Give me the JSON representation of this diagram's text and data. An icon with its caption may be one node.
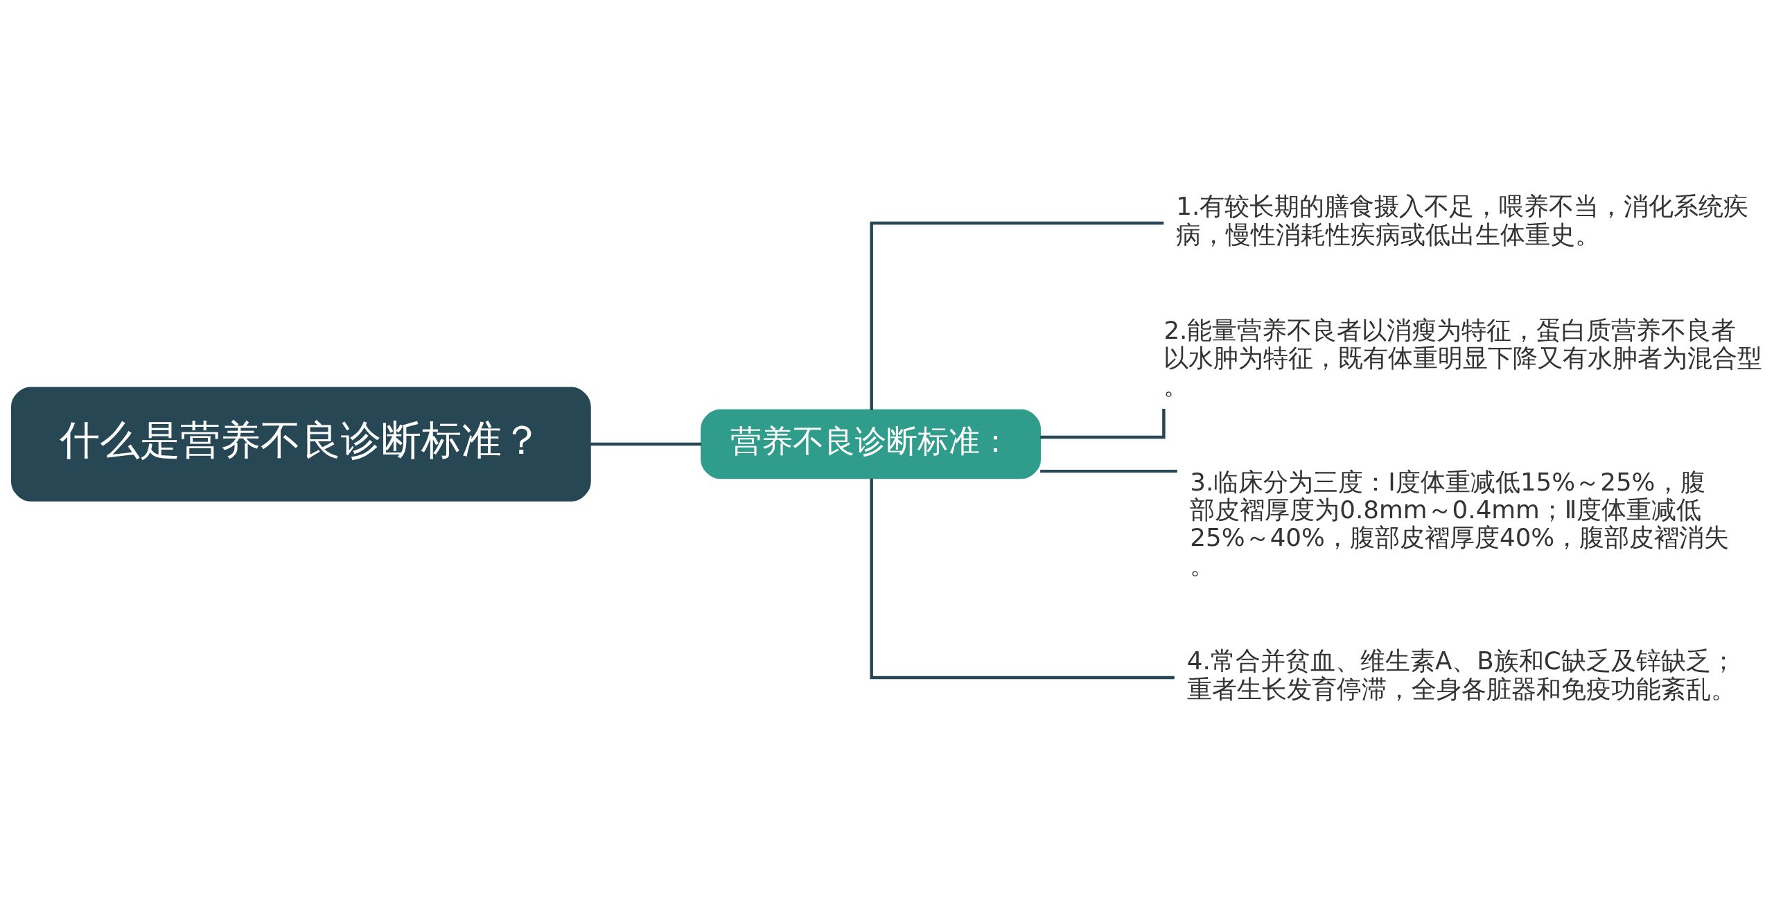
{
  "diagram": {
    "nodes": [
      {
        "text": [
          "什么是营养不良诊断标准？"
        ]
      },
      {
        "text": [
          "营养不良诊断标准："
        ]
      },
      {
        "text": [
          "1.有较长期的膳食摄入不足，喂养不当，消化系统疾病，慢性消耗性疾病或低出生体重史。"
        ]
      },
      {
        "text": [
          "2.能量营养不良者以消瘦为特征，蛋白质营养不良者以水肿为特征，既有体重明显下降又有水肿者为混合型。"
        ]
      },
      {
        "text": [
          "3.临床分为三度：Ⅰ度体重减低15%～25%，腹部皮褶厚度为0.8mm～0.4mm；Ⅱ度体重减低25%～40%，腹部皮褶厚度40%，腹部皮褶消失。"
        ]
      },
      {
        "text": [
          "4.常合并贫血、维生素A、B族和C缺乏及锌缺乏；重者生长发育停滞，全身各脏器和免疫功能紊乱。"
        ]
      }
    ],
    "edges": [
      {
        "from": 0,
        "to": 1,
        "arrow": "none"
      },
      {
        "from": 1,
        "to": 2,
        "arrow": "none"
      },
      {
        "from": 1,
        "to": 3,
        "arrow": "none"
      },
      {
        "from": 1,
        "to": 4,
        "arrow": "none"
      },
      {
        "from": 1,
        "to": 5,
        "arrow": "none"
      }
    ]
  }
}
